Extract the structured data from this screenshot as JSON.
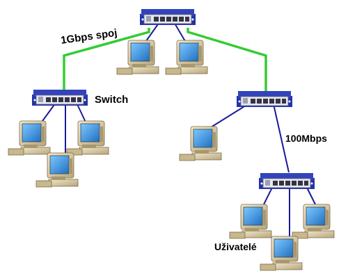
{
  "labels": {
    "uplink": "1Gbps spoj",
    "switch": "Switch",
    "speed": "100Mbps",
    "users": "Uživatelé"
  },
  "colors": {
    "gigabit_link": "#33cc33",
    "fast_link": "#1a1a99",
    "switch_body": "#2233aa",
    "switch_face": "#e8e8f0",
    "monitor_screen": "#2a8ad8",
    "computer_case": "#d8c8a0"
  },
  "icons": {
    "switch": "network-switch-icon",
    "computer": "desktop-computer-icon"
  }
}
